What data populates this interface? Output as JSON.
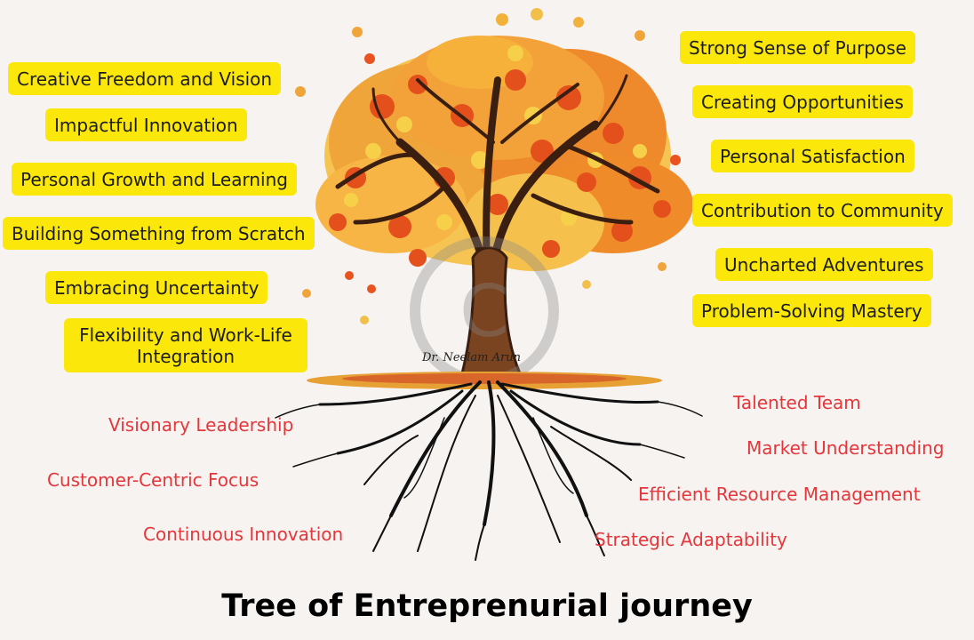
{
  "title": "Tree of Entreprenurial journey",
  "signature": "Dr. Neelam Arun",
  "left_branches": [
    "Creative Freedom and Vision",
    "Impactful Innovation",
    "Personal Growth and Learning",
    "Building Something from Scratch",
    "Embracing Uncertainty",
    "Flexibility and Work-Life Integration"
  ],
  "right_branches": [
    "Strong Sense of Purpose",
    "Creating Opportunities",
    "Personal Satisfaction",
    "Contribution to Community",
    "Uncharted Adventures",
    "Problem-Solving Mastery"
  ],
  "left_roots": [
    "Visionary Leadership",
    "Customer-Centric Focus",
    "Continuous Innovation"
  ],
  "right_roots": [
    "Talented Team",
    "Market Understanding",
    "Efficient Resource Management",
    "Strategic Adaptability"
  ],
  "colors": {
    "background": "#f6f3f0",
    "label_highlight": "#fbe80a",
    "root_text": "#e5363b",
    "foliage_orange": "#e8531f",
    "foliage_yellow": "#f4b63a",
    "trunk": "#7a4421",
    "roots": "#111111"
  }
}
